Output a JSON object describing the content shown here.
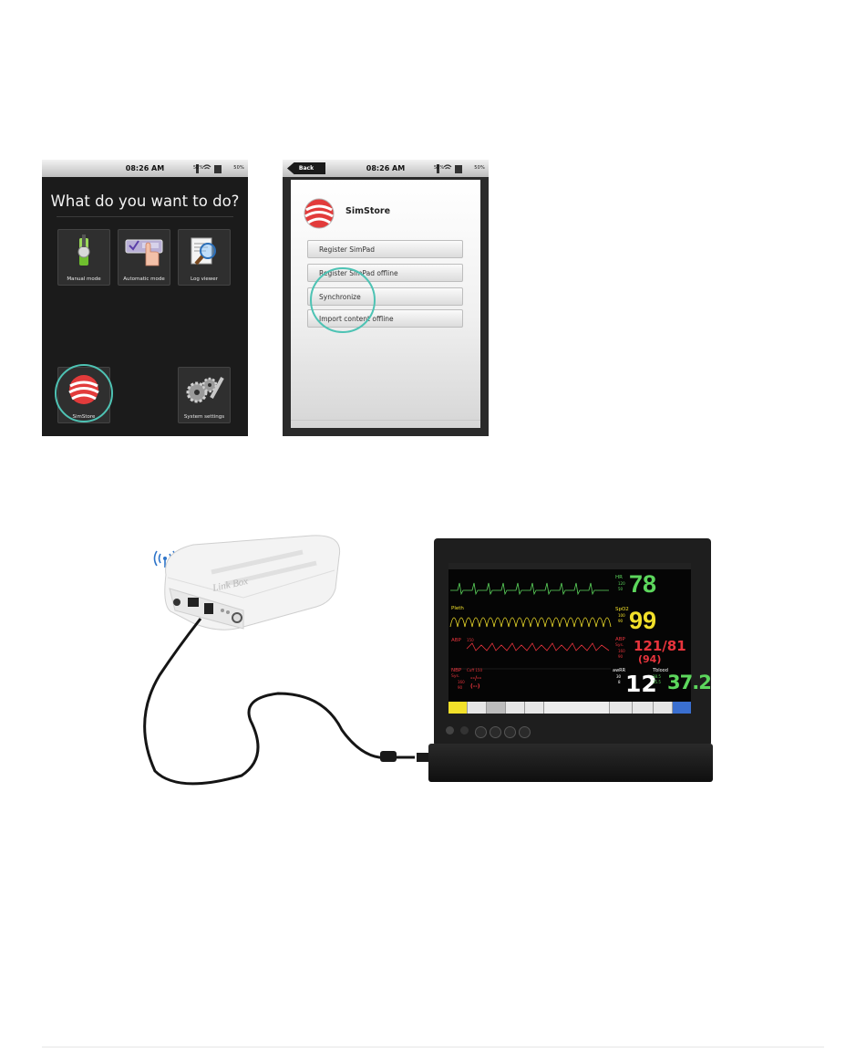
{
  "screen1": {
    "time": "08:26 AM",
    "battery_left": "50%",
    "battery_right": "50%",
    "title": "What do you want to do?",
    "tiles": [
      {
        "label": "Manual mode",
        "icon": "joystick-icon"
      },
      {
        "label": "Automatic mode",
        "icon": "hand-pointer-icon"
      },
      {
        "label": "Log viewer",
        "icon": "magnifier-icon"
      },
      {
        "label": "SimStore",
        "icon": "simstore-logo-icon"
      },
      {
        "label": "System settings",
        "icon": "gears-icon"
      }
    ]
  },
  "screen2": {
    "back_label": "Back",
    "time": "08:26 AM",
    "battery_left": "50%",
    "battery_right": "50%",
    "brand": "SimStore",
    "menu": [
      {
        "label": "Register SimPad"
      },
      {
        "label": "Register SimPad offline"
      },
      {
        "label": "Synchronize"
      },
      {
        "label": "Import content offline"
      }
    ]
  },
  "monitor": {
    "hr": {
      "label": "HR",
      "scale_hi": "120",
      "scale_lo": "50",
      "value": "78"
    },
    "pleth": {
      "label": "Pleth"
    },
    "spo2": {
      "label": "SpO2",
      "scale_hi": "100",
      "scale_lo": "90",
      "value": "99"
    },
    "abp": {
      "label": "ABP",
      "left_scale": "150",
      "sys_label": "Sys.",
      "scale_hi": "160",
      "scale_lo": "90",
      "value": "121/81",
      "mean": "(94)"
    },
    "nbp": {
      "label": "NBP",
      "cuff": "Cuff 150",
      "sys_label": "Sys.",
      "scale_hi": "160",
      "scale_lo": "90",
      "value": "--/--",
      "mean": "(--)"
    },
    "awrr": {
      "label": "awRR",
      "scale_hi": "30",
      "scale_lo": "8",
      "value": "12"
    },
    "tblood": {
      "label": "Tblood",
      "scale_hi": "38.5",
      "scale_lo": "35.5",
      "value": "37.2"
    }
  },
  "linkbox": {
    "brand": "Link Box"
  },
  "colors": {
    "accent_circle": "#4ec3b4",
    "hr": "#5cd65c",
    "spo2": "#f2e02a",
    "abp": "#e8343c",
    "wifi": "#2d74c9"
  }
}
